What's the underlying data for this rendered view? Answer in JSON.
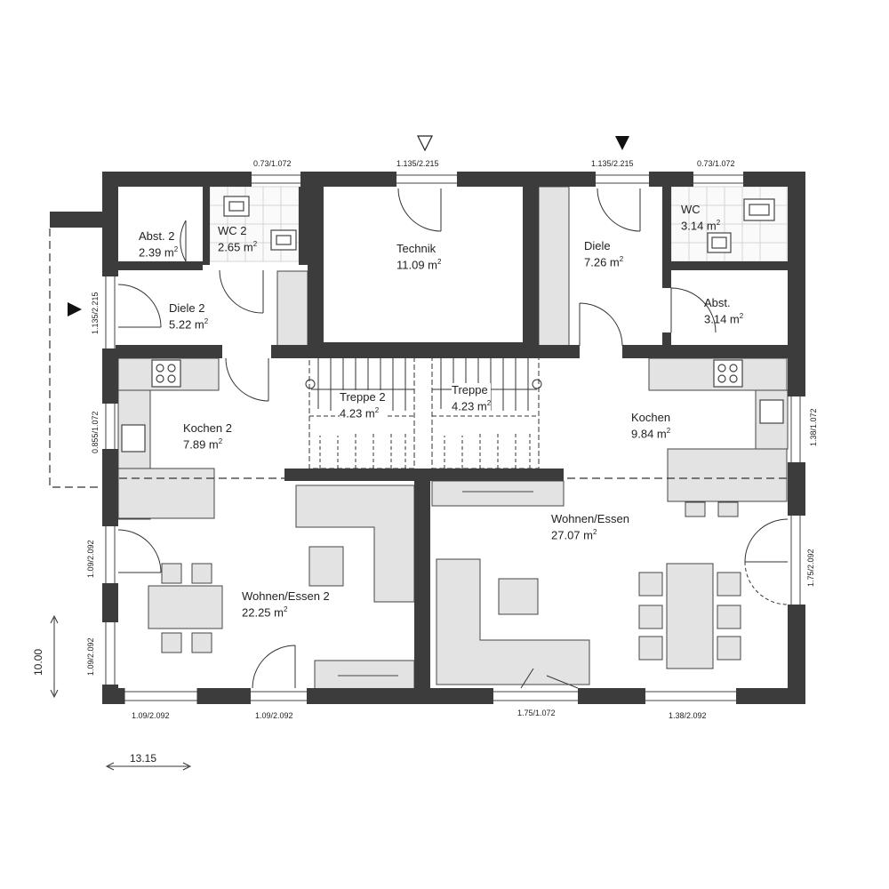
{
  "rooms": {
    "abst2": {
      "name": "Abst. 2",
      "area": "2.39 m"
    },
    "wc2": {
      "name": "WC 2",
      "area": "2.65 m"
    },
    "technik": {
      "name": "Technik",
      "area": "11.09 m"
    },
    "diele": {
      "name": "Diele",
      "area": "7.26 m"
    },
    "wc": {
      "name": "WC",
      "area": "3.14 m"
    },
    "abst": {
      "name": "Abst.",
      "area": "3.14 m"
    },
    "diele2": {
      "name": "Diele 2",
      "area": "5.22 m"
    },
    "treppe2": {
      "name": "Treppe 2",
      "area": "4.23 m"
    },
    "treppe": {
      "name": "Treppe",
      "area": "4.23 m"
    },
    "kochen2": {
      "name": "Kochen 2",
      "area": "7.89 m"
    },
    "kochen": {
      "name": "Kochen",
      "area": "9.84 m"
    },
    "wohnen": {
      "name": "Wohnen/Essen",
      "area": "27.07 m"
    },
    "wohnen2": {
      "name": "Wohnen/Essen 2",
      "area": "22.25 m"
    },
    "unit_sup": "2"
  },
  "dimensions": {
    "top_wc2": "0.73/1.072",
    "top_technik": "1.135/2.215",
    "top_diele": "1.135/2.215",
    "top_wc": "0.73/1.072",
    "left_diele2": "1.135/2.215",
    "left_kochen2": "0.855/1.072",
    "left_wohnen2_a": "1.09/2.092",
    "left_wohnen2_b": "1.09/2.092",
    "right_kochen": "1.38/1.072",
    "right_wohnen": "1.75/2.092",
    "bottom_1": "1.09/2.092",
    "bottom_2": "1.09/2.092",
    "bottom_3": "1.75/1.072",
    "bottom_4": "1.38/2.092",
    "overall_height": "10.00",
    "overall_width": "13.15"
  },
  "icons": [
    "entrance-arrow-filled-icon",
    "entrance-arrow-outline-icon"
  ]
}
